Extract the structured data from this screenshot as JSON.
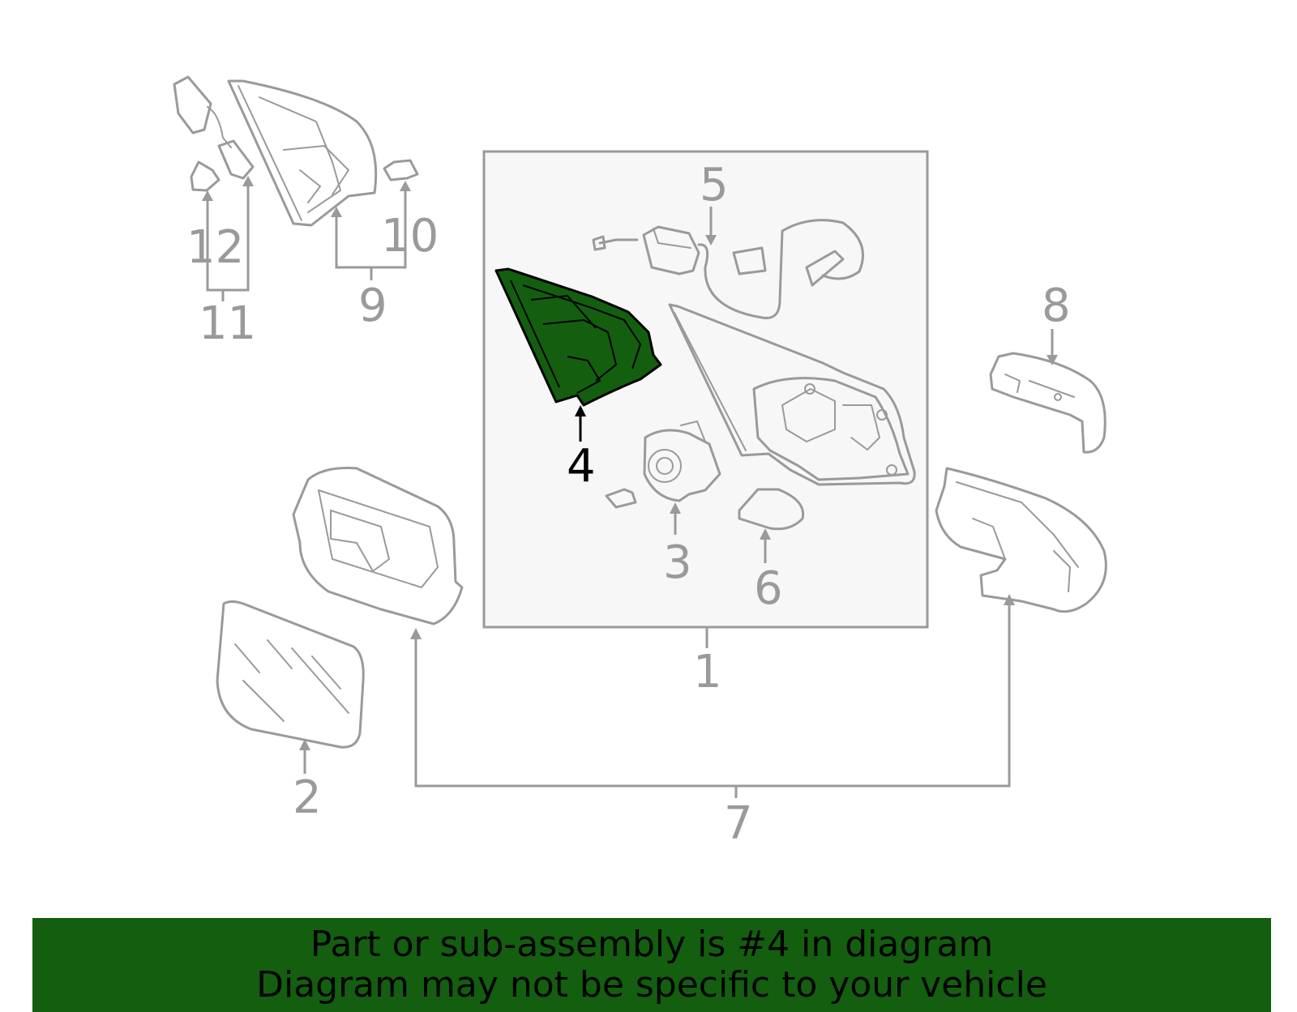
{
  "colors": {
    "highlight": "#135f0f",
    "line_gray": "#9a9a9a",
    "box_fill": "#f7f7f7",
    "banner_bg": "#135f0f",
    "banner_text": "#000000"
  },
  "callouts": {
    "n1": "1",
    "n2": "2",
    "n3": "3",
    "n4": "4",
    "n5": "5",
    "n6": "6",
    "n7": "7",
    "n8": "8",
    "n9": "9",
    "n10": "10",
    "n11": "11",
    "n12": "12"
  },
  "highlighted_part": "4",
  "banner": {
    "line1": "Part or sub-assembly is #4 in diagram",
    "line2": "Diagram may not be specific to your vehicle"
  }
}
